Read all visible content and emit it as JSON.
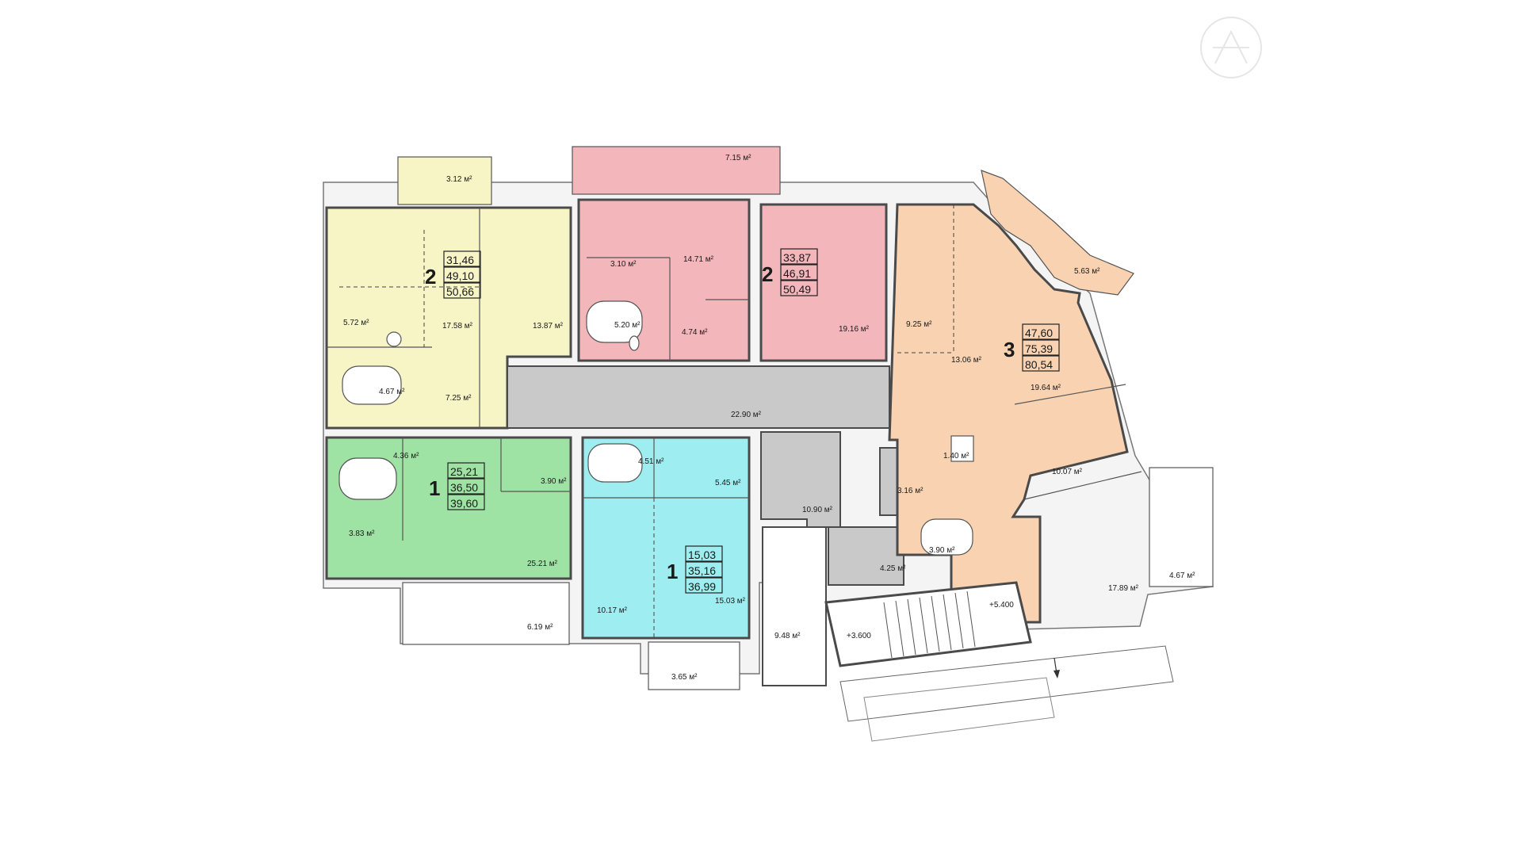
{
  "colors": {
    "apt_yellow": "#f7f5c6",
    "apt_pink": "#f2b6bb",
    "apt_peach": "#f8d2b1",
    "apt_green": "#9fe3a4",
    "apt_cyan": "#9eeef1",
    "corridor_gray": "#c9c9c9",
    "wall": "#4a4a4a"
  },
  "icons": {
    "compass": "compass-icon",
    "entry_arrow": "arrow-down-icon"
  },
  "apartments": [
    {
      "id": "yellow",
      "rooms": "2",
      "living": "31,46",
      "total": "49,10",
      "with_balcony": "50,66"
    },
    {
      "id": "pink",
      "rooms": "2",
      "living": "33,87",
      "total": "46,91",
      "with_balcony": "50,49"
    },
    {
      "id": "peach",
      "rooms": "3",
      "living": "47,60",
      "total": "75,39",
      "with_balcony": "80,54"
    },
    {
      "id": "green",
      "rooms": "1",
      "living": "25,21",
      "total": "36,50",
      "with_balcony": "39,60"
    },
    {
      "id": "cyan",
      "rooms": "1",
      "living": "15,03",
      "total": "35,16",
      "with_balcony": "36,99"
    }
  ],
  "room_areas": {
    "y_balcony": "3.12 м²",
    "y_bath": "5.72 м²",
    "y_room1": "17.58 м²",
    "y_room2": "13.87 м²",
    "y_wc": "4.67 м²",
    "y_hall": "7.25 м²",
    "p_balcony": "7.15 м²",
    "p_bath": "3.10 м²",
    "p_kitchen": "14.71 м²",
    "p_wc": "5.20 м²",
    "p_hall": "4.74 м²",
    "p_room": "19.16 м²",
    "r_hall1": "9.25 м²",
    "r_balcony": "5.63 м²",
    "r_kitchen": "13.06 м²",
    "r_room1": "19.64 м²",
    "r_wc": "1.40 м²",
    "r_room2": "10.07 м²",
    "r_bath": "3.90 м²",
    "r_room3": "17.89 м²",
    "r_balcony2": "4.67 м²",
    "g_wc": "4.36 м²",
    "g_hall": "3.90 м²",
    "g_bath": "3.83 м²",
    "g_room": "25.21 м²",
    "g_balcony": "6.19 м²",
    "c_wc": "4.51 м²",
    "c_hall": "5.45 м²",
    "c_kitchen": "10.17 м²",
    "c_room": "15.03 м²",
    "c_balcony": "3.65 м²",
    "corridor": "22.90 м²",
    "lobby": "10.90 м²",
    "shaft": "3.16 м²",
    "storage": "4.25 м²",
    "vestibule": "9.48 м²"
  },
  "levels": {
    "upper": "+5.400",
    "lower": "+3.600"
  }
}
